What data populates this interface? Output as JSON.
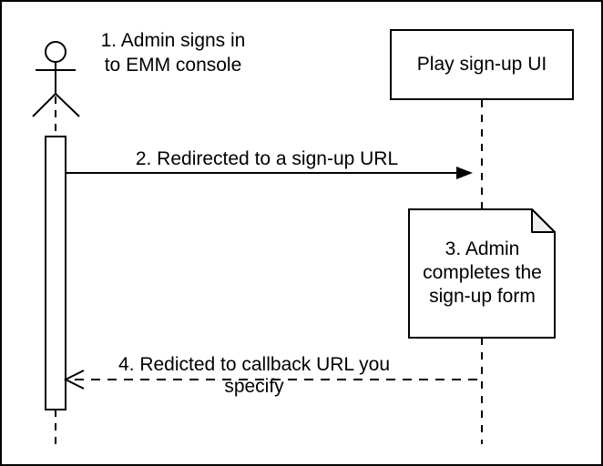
{
  "diagram": {
    "type": "uml-sequence-diagram",
    "colors": {
      "stroke": "#000000",
      "background": "#ffffff",
      "note_fill": "#ffffff",
      "note_fold": "#f0f0f0"
    },
    "actor": {
      "label": "1. Admin signs in\nto EMM console"
    },
    "participant": {
      "label": "Play sign-up UI"
    },
    "messages": [
      {
        "number": "2",
        "label": "2. Redirected to a sign-up URL",
        "line_style": "solid",
        "arrowhead": "filled",
        "direction": "left-to-right"
      },
      {
        "number": "4",
        "label": "4. Redicted to callback URL you specify",
        "line_style": "dashed",
        "arrowhead": "open",
        "direction": "right-to-left"
      }
    ],
    "note": {
      "label": "3. Admin\ncompletes the\nsign-up form"
    }
  }
}
